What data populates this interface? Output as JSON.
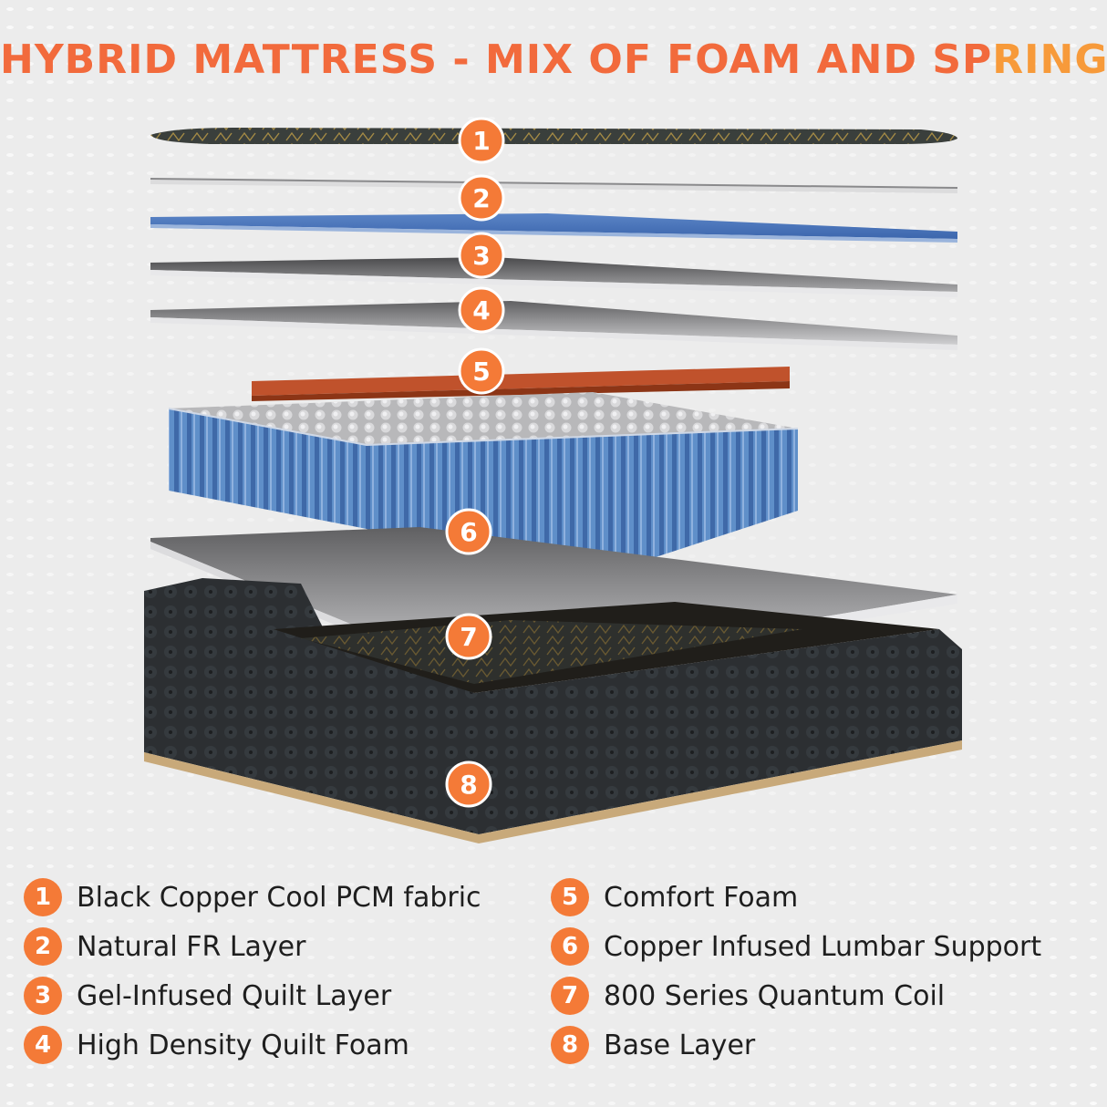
{
  "title": {
    "part1": "HYBRID MATTRESS - MIX OF FOAM AND SP",
    "part2": "RINGS"
  },
  "markers": [
    "1",
    "2",
    "3",
    "4",
    "5",
    "6",
    "7",
    "8"
  ],
  "legend": {
    "left": [
      {
        "num": "1",
        "label": "Black Copper Cool PCM fabric"
      },
      {
        "num": "2",
        "label": "Natural FR Layer"
      },
      {
        "num": "3",
        "label": "Gel-Infused Quilt Layer"
      },
      {
        "num": "4",
        "label": "High Density Quilt Foam"
      }
    ],
    "right": [
      {
        "num": "5",
        "label": "Comfort Foam"
      },
      {
        "num": "6",
        "label": "Copper Infused Lumbar Support"
      },
      {
        "num": "7",
        "label": "800 Series Quantum Coil"
      },
      {
        "num": "8",
        "label": "Base Layer"
      }
    ]
  },
  "colors": {
    "accent": "#f47a37",
    "title": "#f26a3c",
    "spring_blue": "#5f8fc9",
    "comfort_foam": "#c0522c",
    "gel_layer": "#3f6db4",
    "base_dark": "#2b2e31"
  }
}
